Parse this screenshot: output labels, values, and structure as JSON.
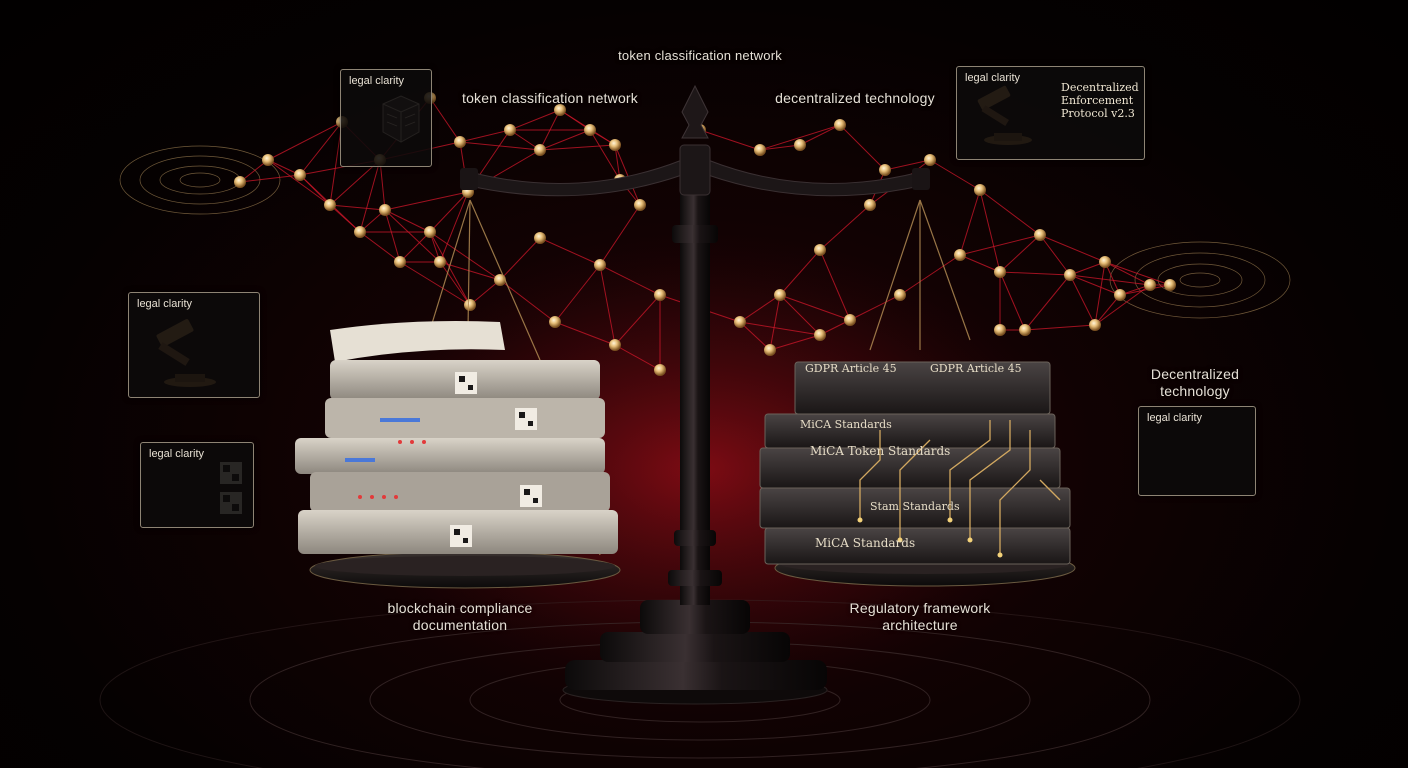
{
  "labels": {
    "top_center": "token classification network",
    "top_left": "token classification network",
    "top_right": "decentralized technology",
    "right_middle": "Decentralized\ntechnology",
    "bottom_left": "blockchain compliance\ndocumentation",
    "bottom_right": "Regulatory framework\narchitecture"
  },
  "cards": {
    "card_top_left": {
      "title": "legal clarity",
      "icon": "blockchain-cube-icon"
    },
    "card_top_right": {
      "title": "legal clarity",
      "icon": "gavel-icon",
      "heading": "Decentralized\nEnforcement\nProtocol v2.3"
    },
    "card_left_middle": {
      "title": "legal clarity",
      "icon": "gavel-icon"
    },
    "card_left_lower": {
      "title": "legal clarity",
      "icon": "qr-code-icon"
    },
    "card_right_middle": {
      "title": "legal clarity",
      "icon": "document-lines-icon"
    }
  },
  "right_stack": {
    "labels": [
      "GDPR Article 45",
      "GDPR Article 45",
      "MiCA Standards",
      "MiCA Token Standards",
      "Stam Standards",
      "MiCA Standards"
    ]
  },
  "colors": {
    "background": "#050101",
    "network_line": "#d0172a",
    "node_gold": "#e8c07a",
    "scale_metal": "#161213",
    "accent_red": "#b0101e"
  }
}
